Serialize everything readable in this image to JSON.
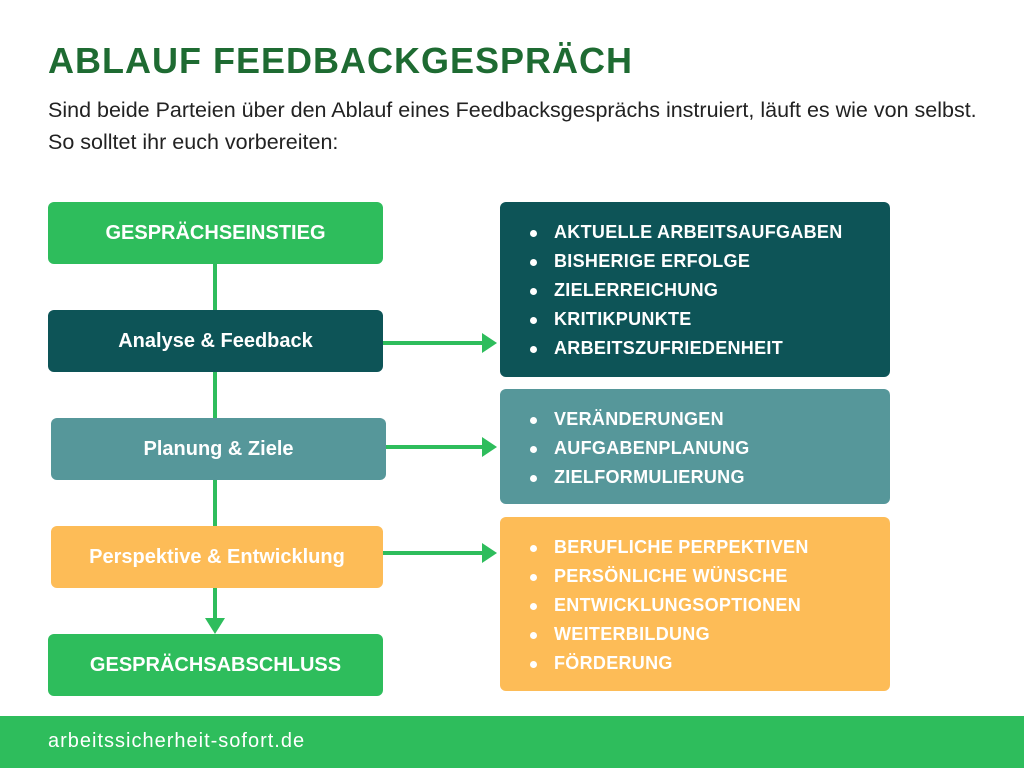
{
  "header": {
    "title": "ABLAUF FEEDBACKGESPRÄCH",
    "intro": "Sind beide Parteien über den Ablauf eines Feedbacksgesprächs instruiert, läuft es wie von selbst. So solltet ihr euch vorbereiten:"
  },
  "colors": {
    "green": "#2ebd5c",
    "dark_teal": "#0d5457",
    "teal": "#56979a",
    "orange": "#fdbc57",
    "title_green": "#1e6b32"
  },
  "flow": {
    "start": "GESPRÄCHSEINSTIEG",
    "step1": "Analyse & Feedback",
    "step2": "Planung & Ziele",
    "step3": "Perspektive & Entwicklung",
    "end": "GESPRÄCHSABSCHLUSS"
  },
  "details": {
    "analyse": [
      "AKTUELLE ARBEITSAUFGABEN",
      "BISHERIGE ERFOLGE",
      "ZIELERREICHUNG",
      "KRITIKPUNKTE",
      "ARBEITSZUFRIEDENHEIT"
    ],
    "planung": [
      "VERÄNDERUNGEN",
      "AUFGABENPLANUNG",
      "ZIELFORMULIERUNG"
    ],
    "perspektive": [
      "BERUFLICHE PERPEKTIVEN",
      "PERSÖNLICHE WÜNSCHE",
      "ENTWICKLUNGSOPTIONEN",
      "WEITERBILDUNG",
      "FÖRDERUNG"
    ]
  },
  "footer": {
    "website": "arbeitssicherheit-sofort.de"
  }
}
